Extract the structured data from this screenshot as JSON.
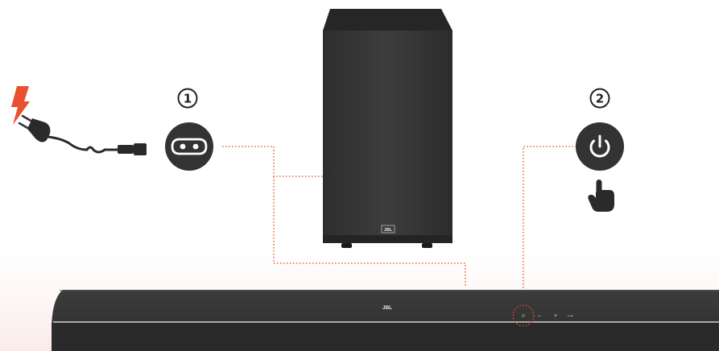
{
  "steps": [
    {
      "number": "1",
      "action": "connect-power"
    },
    {
      "number": "2",
      "action": "press-power-button"
    }
  ],
  "subwoofer": {
    "logo": "JBL"
  },
  "soundbar": {
    "logo": "JBL",
    "buttons": [
      {
        "symbol": "⏻",
        "icon": "power-icon"
      },
      {
        "symbol": "−",
        "icon": "volume-down-icon"
      },
      {
        "symbol": "+",
        "icon": "volume-up-icon"
      },
      {
        "symbol": "⟿",
        "icon": "source-icon"
      }
    ]
  },
  "colors": {
    "accent": "#e8502e",
    "device": "#3a3a3a",
    "device_dark": "#262626",
    "icon_circle": "#333333",
    "connector_line": "#e8502e"
  },
  "icons": {
    "lightning": "lightning-icon",
    "plug": "power-plug-icon",
    "socket": "power-socket-icon",
    "power_button": "power-button-icon",
    "hand": "pointing-hand-icon"
  }
}
